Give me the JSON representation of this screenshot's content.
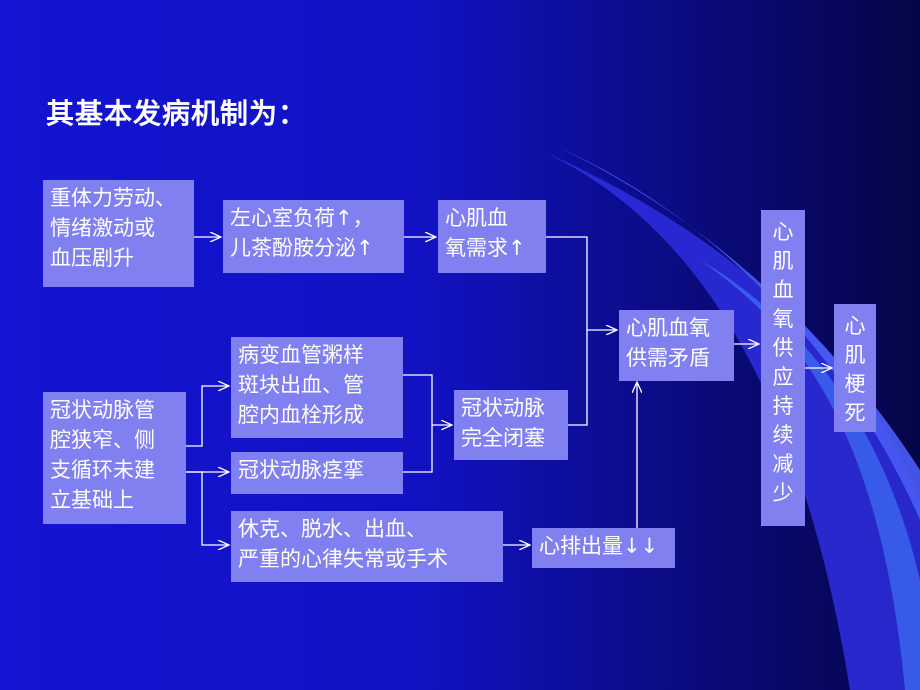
{
  "title": "其基本发病机制为：",
  "boxes": {
    "heavy_labor": "重体力劳动、\n情绪激动或\n血压剧升",
    "lv_load": "左心室负荷↑，\n儿茶酚胺分泌↑",
    "oxygen_demand": "心肌血\n氧需求↑",
    "coronary_narrow": "冠状动脉管\n腔狭窄、侧\n支循环未建\n立基础上",
    "plaque": "病变血管粥样\n斑块出血、管\n腔内血栓形成",
    "spasm": "冠状动脉痉挛",
    "shock": "休克、脱水、出血、\n严重的心律失常或手术",
    "occlusion": "冠状动脉\n完全闭塞",
    "cardiac_output": "心排出量↓↓",
    "imbalance": "心肌血氧\n供需矛盾",
    "supply_decrease": "心\n肌\n血\n氧\n供\n应\n持\n续\n减\n少",
    "infarction": "心\n肌\n梗\n死"
  },
  "colors": {
    "background": "#1414d2",
    "box_fill": "#8080f0",
    "text": "#ffffff",
    "arrow": "#ffffff"
  }
}
